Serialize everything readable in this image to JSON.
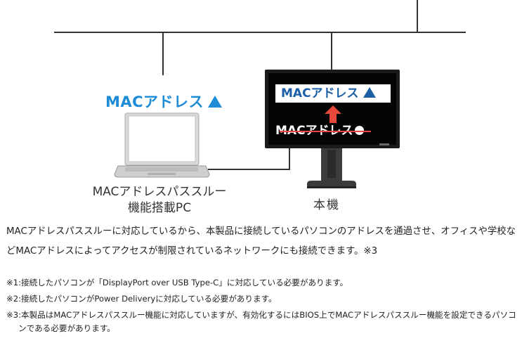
{
  "diagram": {
    "laptop_mac_label": "MACアドレス",
    "monitor_new_mac_label": "MACアドレス",
    "monitor_old_mac_label": "MACアドレス",
    "laptop_caption_line1": "MACアドレスパススルー",
    "laptop_caption_line2": "機能搭載PC",
    "monitor_caption": "本機",
    "colors": {
      "accent_blue": "#1e8bd6",
      "monitor_blue": "#1a5fa6",
      "arrow_red": "#e8473c",
      "line": "#333333"
    },
    "icons": [
      "triangle-up-icon",
      "arrow-up-icon",
      "circle-icon",
      "laptop-icon",
      "monitor-icon"
    ]
  },
  "description": "MACアドレスパススルーに対応しているから、本製品に接続しているパソコンのアドレスを通過させ、オフィスや学校などMACアドレスによってアクセスが制限されているネットワークにも接続できます。※3",
  "notes": [
    "※1:接続したパソコンが「DisplayPort over USB Type-C」に対応している必要があります。",
    "※2:接続したパソコンがPower Deliveryに対応している必要があります。",
    "※3:本製品はMACアドレスパススルー機能に対応していますが、有効化するにはBIOS上でMACアドレスパススルー機能を設定できるパソコンである必要があります。"
  ]
}
